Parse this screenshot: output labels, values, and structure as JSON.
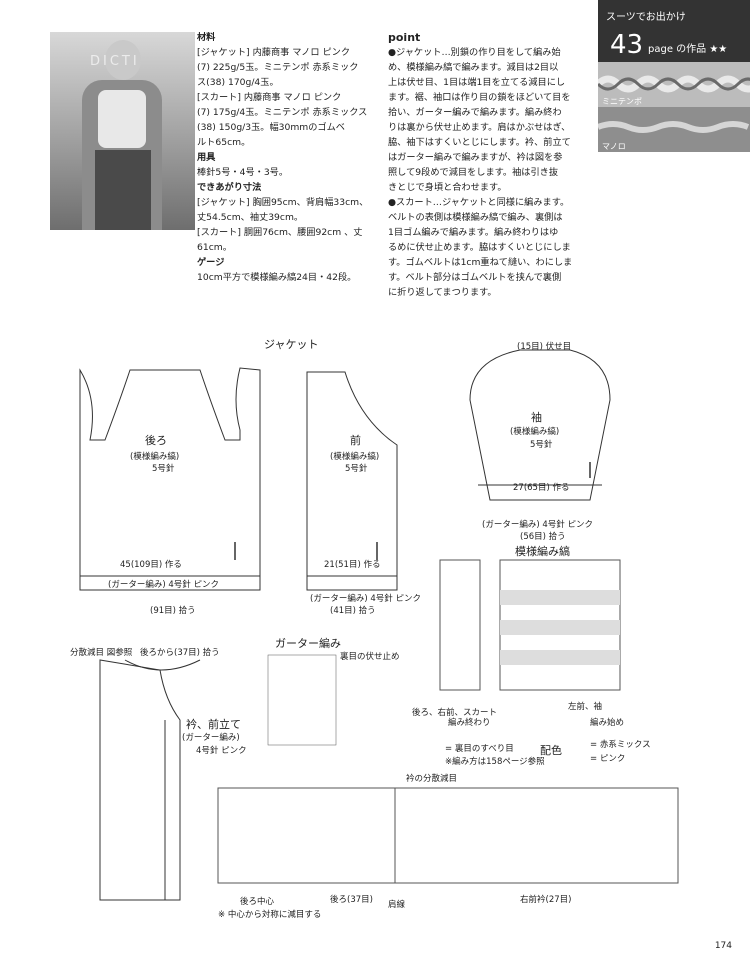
{
  "photo": {
    "watermark": "DICTI"
  },
  "materials": {
    "heading": "材料",
    "lines": [
      "[ジャケット] 内藤商事 マノロ ピンク",
      "(7) 225g/5玉。ミニテンポ 赤系ミック",
      "ス(38) 170g/4玉。",
      "[スカート] 内藤商事 マノロ ピンク",
      "(7) 175g/4玉。ミニテンポ 赤系ミックス",
      "(38) 150g/3玉。幅30mmのゴムベ",
      "ルト65cm。"
    ],
    "tools_heading": "用具",
    "tools": "棒針5号・4号・3号。",
    "size_heading": "できあがり寸法",
    "size_lines": [
      "[ジャケット] 胸囲95cm、背肩幅33cm、",
      "丈54.5cm、袖丈39cm。",
      "[スカート] 胴囲76cm、腰囲92cm 、丈",
      "61cm。"
    ],
    "gauge_heading": "ゲージ",
    "gauge": "10cm平方で模様編み縞24目・42段。"
  },
  "point": {
    "heading": "point",
    "lines": [
      "●ジャケット…別鎖の作り目をして編み始",
      "め、模様編み縞で編みます。減目は2目以",
      "上は伏せ目、1目は端1目を立てる減目にし",
      "ます。裾、袖口は作り目の鎖をほどいて目を",
      "拾い、ガーター編みで編みます。編み終わ",
      "りは裏から伏せ止めます。肩はかぶせはぎ、",
      "脇、袖下はすくいとじにします。衿、前立て",
      "はガーター編みで編みますが、衿は図を参",
      "照して9段めで減目をします。袖は引き抜",
      "きとじで身頃と合わせます。",
      "●スカート…ジャケットと同様に編みます。",
      "ベルトの表側は模様編み縞で編み、裏側は",
      "1目ゴム編みで編みます。編み終わりはゆ",
      "るめに伏せ止めます。脇はすくいとじにしま",
      "す。ゴムベルトは1cm重ねて縫い、わにしま",
      "す。ベルト部分はゴムベルトを挟んで裏側",
      "に折り返してまつります。"
    ]
  },
  "sidebar": {
    "title": "スーツでお出かけ",
    "number": "43",
    "page_label": "page の作品 ★★",
    "yarn1": "ミニテンポ",
    "yarn2": "マノロ"
  },
  "diagram": {
    "jacket_label": "ジャケット",
    "back": {
      "title": "後ろ",
      "sub": "(模様編み縞)",
      "needle": "5号針",
      "garter": "(ガーター編み) 4号針 ピンク",
      "width": "(91目) 拾う",
      "cast": "45(109目) 作る"
    },
    "front": {
      "title": "前",
      "sub": "(模様編み縞)",
      "needle": "5号針",
      "garter": "(ガーター編み) 4号針 ピンク",
      "width": "(41目) 拾う",
      "cast": "21(51目) 作る"
    },
    "sleeve": {
      "title": "袖",
      "sub": "(模様編み縞)",
      "needle": "5号針",
      "garter": "(ガーター編み) 4号針 ピンク",
      "width": "(56目) 拾う",
      "cast": "27(65目) 作る",
      "top": "(15目) 伏せ目"
    },
    "collar": {
      "title": "衿、前立て",
      "sub": "(ガーター編み)",
      "needle": "4号針 ピンク",
      "note": "分散減目 図参照",
      "pick": "後ろから(37目) 拾う"
    },
    "garter_title": "ガーター編み",
    "garter_note": "裏目の伏せ止め",
    "stripe_title": "模様編み縞",
    "legend_color": "配色",
    "legend1": "= 赤系ミックス",
    "legend2": "= ピンク",
    "legend_sym": "= 裏目のすべり目",
    "legend_sym2": "※編み方は158ページ参照",
    "collar_chart_title": "衿の分散減目",
    "collar_bottom": "後ろ(37目)",
    "collar_mid": "肩線",
    "collar_right": "右前衿(27目)",
    "collar_center": "後ろ中心",
    "collar_note": "※ 中心から対称に減目する",
    "stripe_bottom1": "後ろ、右前、スカート",
    "stripe_bottom2": "左前、袖",
    "stripe_end": "編み終わり",
    "stripe_start": "編み始め"
  },
  "page_number": "174"
}
